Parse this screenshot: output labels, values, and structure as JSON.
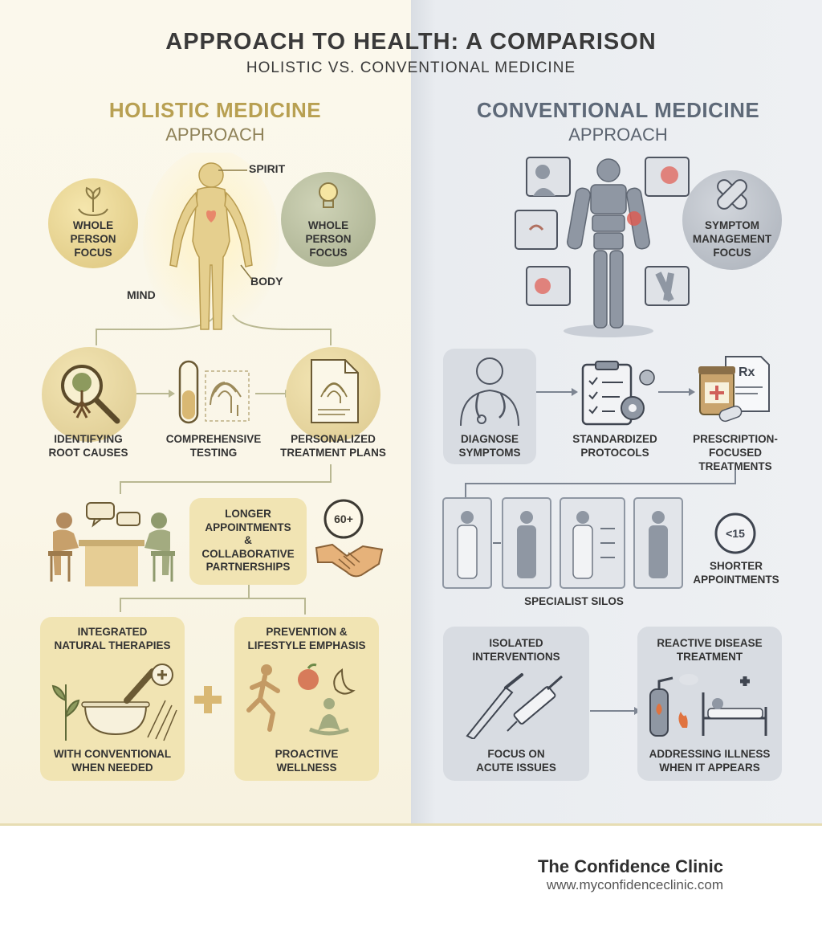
{
  "header": {
    "title": "APPROACH TO HEALTH: A COMPARISON",
    "subtitle": "HOLISTIC VS. CONVENTIONAL MEDICINE"
  },
  "holistic": {
    "title": "HOLISTIC MEDICINE",
    "subtitle": "APPROACH",
    "body_labels": {
      "spirit": "SPIRIT",
      "mind": "MIND",
      "body": "BODY"
    },
    "focus_left": [
      "WHOLE",
      "PERSON",
      "FOCUS"
    ],
    "focus_right": [
      "WHOLE",
      "PERSON",
      "FOCUS"
    ],
    "steps": [
      {
        "l1": "IDENTIFYING",
        "l2": "ROOT CAUSES"
      },
      {
        "l1": "COMPREHENSIVE",
        "l2": "TESTING"
      },
      {
        "l1": "PERSONALIZED",
        "l2": "TREATMENT PLANS"
      }
    ],
    "appointments": [
      "LONGER",
      "APPOINTMENTS",
      "&",
      "COLLABORATIVE",
      "PARTNERSHIPS"
    ],
    "clock_label": "60+",
    "therapies": {
      "top1": "INTEGRATED",
      "top2": "NATURAL THERAPIES",
      "bottom1": "WITH CONVENTIONAL",
      "bottom2": "WHEN NEEDED"
    },
    "prevention": {
      "top1": "PREVENTION &",
      "top2": "LIFESTYLE EMPHASIS",
      "bottom1": "PROACTIVE",
      "bottom2": "WELLNESS"
    },
    "accent_color": "#b8a052"
  },
  "conventional": {
    "title": "CONVENTIONAL MEDICINE",
    "subtitle": "APPROACH",
    "focus": [
      "SYMPTOM",
      "MANAGEMENT",
      "FOCUS"
    ],
    "steps": [
      {
        "l1": "DIAGNOSE",
        "l2": "SYMPTOMS"
      },
      {
        "l1": "STANDARDIZED",
        "l2": "PROTOCOLS"
      },
      {
        "l1": "PRESCRIPTION-",
        "l2": "FOCUSED",
        "l3": "TREATMENTS"
      }
    ],
    "rx_symbol": "Rx",
    "clock_label": "<15",
    "shorter": [
      "SHORTER",
      "APPOINTMENTS"
    ],
    "silos": "SPECIALIST SILOS",
    "interventions": {
      "top1": "ISOLATED",
      "top2": "INTERVENTIONS",
      "bottom1": "FOCUS ON",
      "bottom2": "ACUTE ISSUES"
    },
    "reactive": {
      "top1": "REACTIVE DISEASE",
      "top2": "TREATMENT",
      "bottom1": "ADDRESSING ILLNESS",
      "bottom2": "WHEN IT APPEARS"
    },
    "accent_color": "#5e6978"
  },
  "footer": {
    "name": "The Confidence Clinic",
    "url": "www.myconfidenceclinic.com"
  }
}
